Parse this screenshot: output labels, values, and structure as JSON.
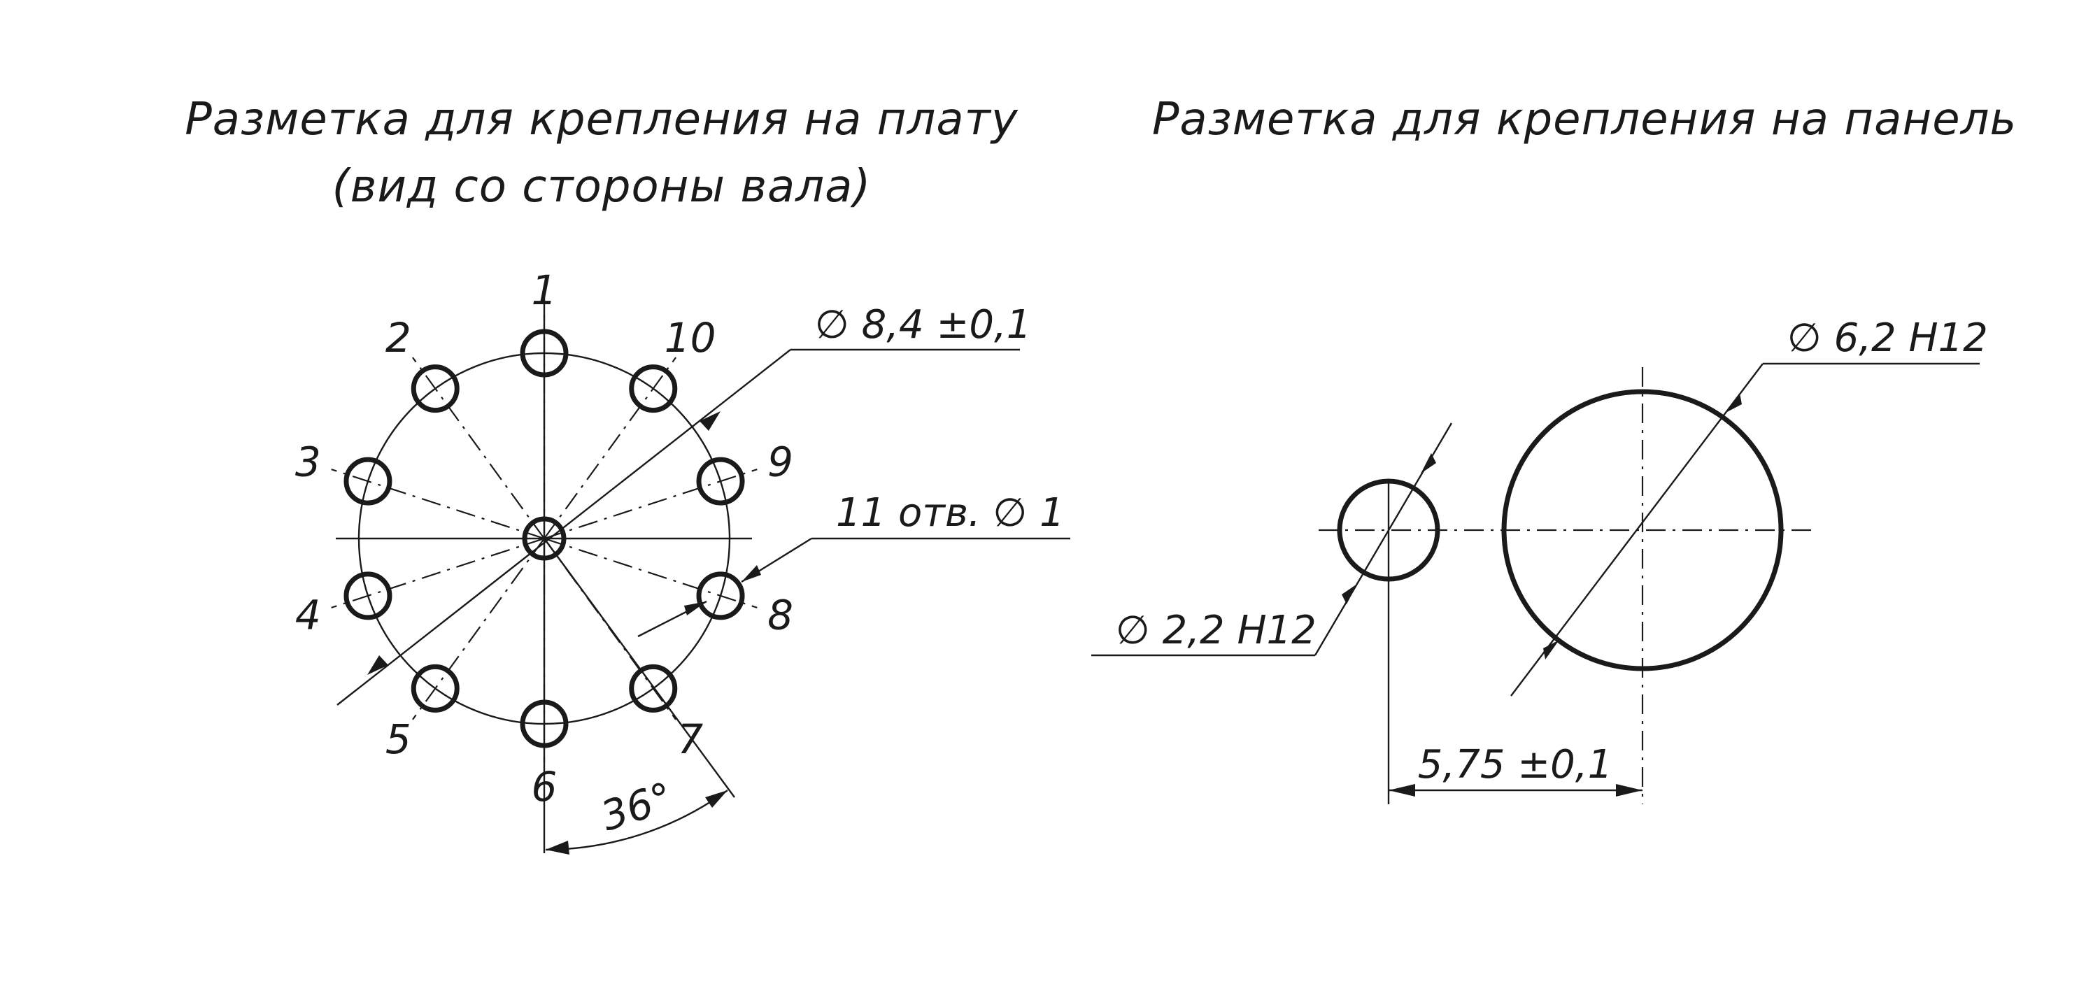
{
  "left_view": {
    "title_line1": "Разметка для крепления на плату",
    "title_line2": "(вид со стороны вала)",
    "pin_labels": [
      "1",
      "2",
      "3",
      "4",
      "5",
      "6",
      "7",
      "8",
      "9",
      "10"
    ],
    "pcd_label": "∅ 8,4 ±0,1",
    "holes_label": "11 отв.  ∅ 1",
    "angle_label": "36°"
  },
  "right_view": {
    "title": "Разметка для крепления на панель",
    "small_hole_label": "∅ 2,2 H12",
    "large_hole_label": "∅ 6,2 H12",
    "spacing_label": "5,75 ±0,1"
  }
}
